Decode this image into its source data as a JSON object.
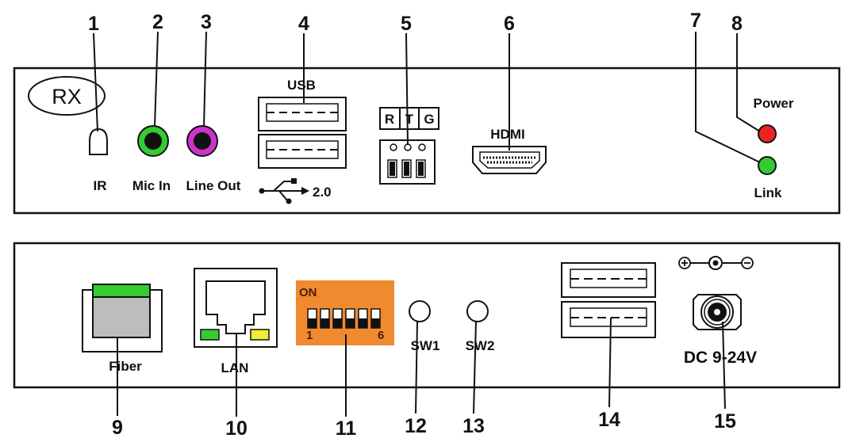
{
  "rx_panel": {
    "title": "RX",
    "labels": {
      "ir": "IR",
      "mic_in": "Mic In",
      "line_out": "Line Out",
      "usb": "USB",
      "usb_version": "2.0",
      "rs232_r": "R",
      "rs232_t": "T",
      "rs232_g": "G",
      "hdmi": "HDMI",
      "power": "Power",
      "link": "Link"
    },
    "callouts": [
      "1",
      "2",
      "3",
      "4",
      "5",
      "6",
      "7",
      "8"
    ]
  },
  "bottom_panel": {
    "labels": {
      "fiber": "Fiber",
      "lan": "LAN",
      "dip_on": "ON",
      "dip_first": "1",
      "dip_last": "6",
      "sw1": "SW1",
      "sw2": "SW2",
      "dc": "DC 9-24V"
    },
    "callouts": [
      "9",
      "10",
      "11",
      "12",
      "13",
      "14",
      "15"
    ]
  },
  "colors": {
    "mic_jack": "#33cc33",
    "line_out_jack": "#cc33cc",
    "power_led": "#ee2222",
    "link_led": "#33cc33",
    "fiber_cap": "#33cc33",
    "lan_led_left": "#33cc33",
    "lan_led_right": "#eeee33",
    "dip_switch": "#f08a30"
  },
  "icons": [
    "usb-trident-icon",
    "dc-polarity-icon"
  ]
}
